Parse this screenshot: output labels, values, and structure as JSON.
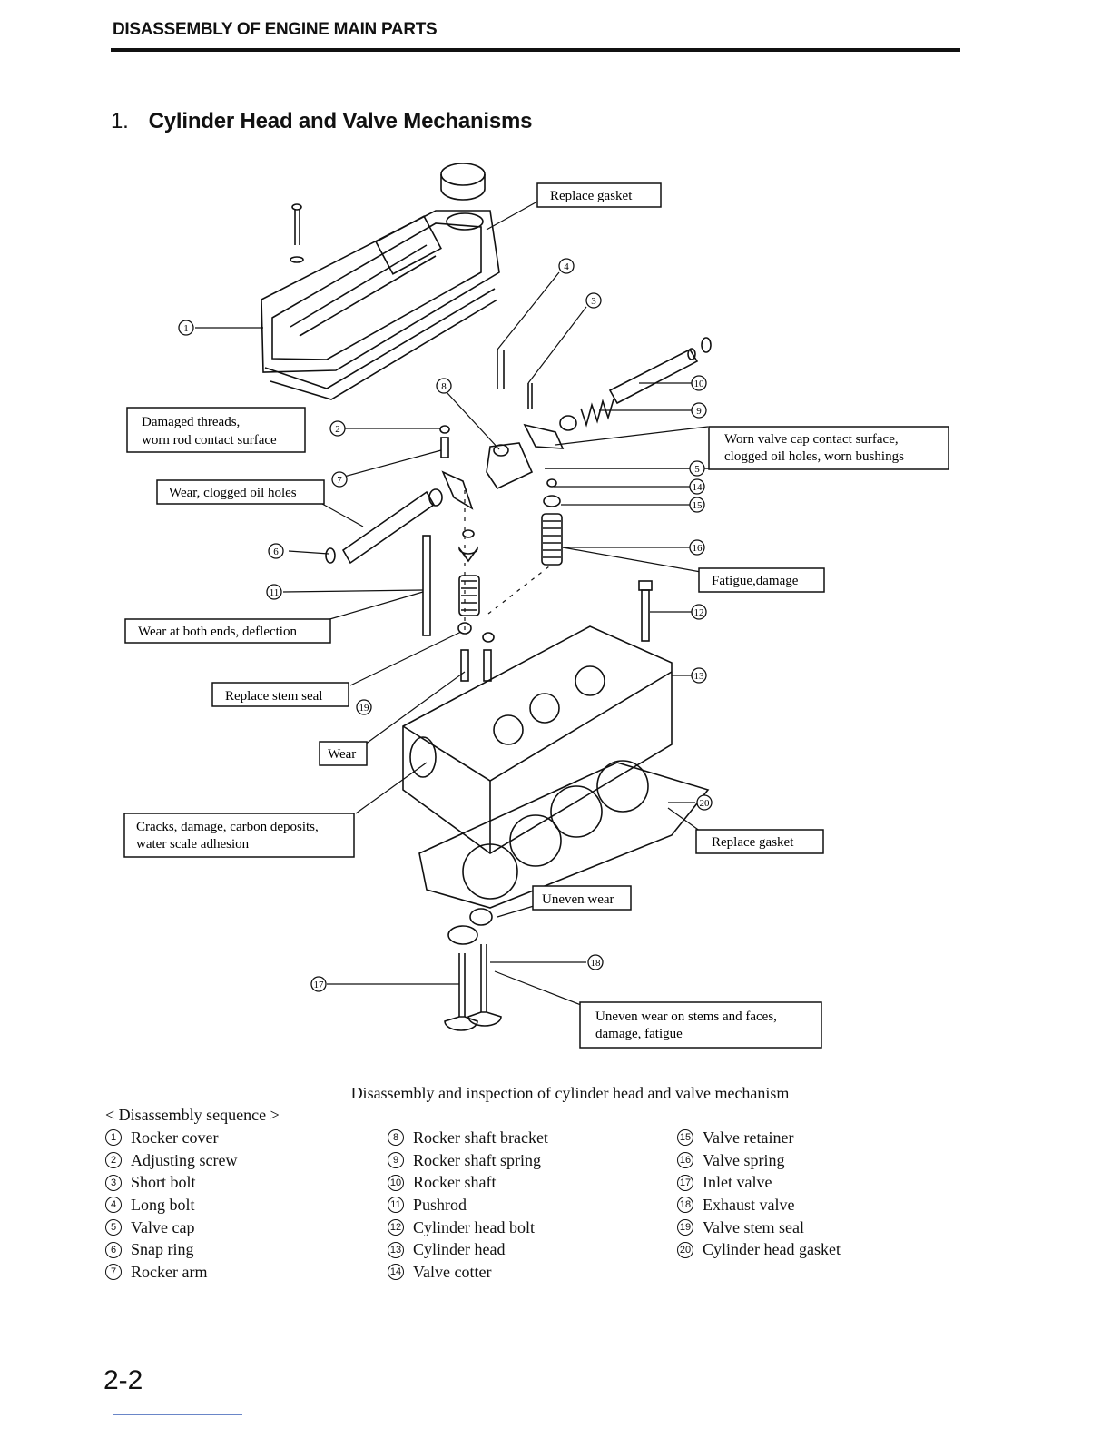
{
  "header": {
    "title": "DISASSEMBLY OF ENGINE MAIN PARTS"
  },
  "section": {
    "number": "1.",
    "title": "Cylinder Head and Valve Mechanisms"
  },
  "diagram": {
    "callouts": {
      "replace_gasket_top": "Replace gasket",
      "damaged_threads_1": "Damaged threads,",
      "damaged_threads_2": "worn rod contact surface",
      "wear_clogged": "Wear, clogged oil holes",
      "worn_valve_cap_1": "Worn valve cap contact surface,",
      "worn_valve_cap_2": "clogged oil holes, worn bushings",
      "fatigue_damage": "Fatigue,damage",
      "wear_both_ends": "Wear at both ends, deflection",
      "replace_stem_seal": "Replace stem seal",
      "wear": "Wear",
      "cracks_1": "Cracks, damage, carbon deposits,",
      "cracks_2": "water scale adhesion",
      "replace_gasket_bottom": "Replace gasket",
      "uneven_wear": "Uneven wear",
      "uneven_stems_1": "Uneven wear on stems and faces,",
      "uneven_stems_2": "damage, fatigue"
    },
    "markers": [
      "1",
      "2",
      "3",
      "4",
      "5",
      "6",
      "7",
      "8",
      "9",
      "10",
      "11",
      "12",
      "13",
      "14",
      "15",
      "16",
      "17",
      "18",
      "19",
      "20"
    ]
  },
  "caption": "Disassembly and inspection of cylinder head and valve mechanism",
  "sequence_title": "< Disassembly sequence >",
  "parts": [
    {
      "num": "1",
      "name": "Rocker cover"
    },
    {
      "num": "2",
      "name": "Adjusting screw"
    },
    {
      "num": "3",
      "name": "Short bolt"
    },
    {
      "num": "4",
      "name": "Long bolt"
    },
    {
      "num": "5",
      "name": "Valve cap"
    },
    {
      "num": "6",
      "name": "Snap ring"
    },
    {
      "num": "7",
      "name": "Rocker arm"
    },
    {
      "num": "8",
      "name": "Rocker shaft bracket"
    },
    {
      "num": "9",
      "name": "Rocker shaft spring"
    },
    {
      "num": "10",
      "name": "Rocker shaft"
    },
    {
      "num": "11",
      "name": "Pushrod"
    },
    {
      "num": "12",
      "name": "Cylinder head bolt"
    },
    {
      "num": "13",
      "name": "Cylinder head"
    },
    {
      "num": "14",
      "name": "Valve cotter"
    },
    {
      "num": "15",
      "name": "Valve retainer"
    },
    {
      "num": "16",
      "name": "Valve spring"
    },
    {
      "num": "17",
      "name": "Inlet valve"
    },
    {
      "num": "18",
      "name": "Exhaust valve"
    },
    {
      "num": "19",
      "name": "Valve stem seal"
    },
    {
      "num": "20",
      "name": "Cylinder head gasket"
    }
  ],
  "page_number": "2-2"
}
